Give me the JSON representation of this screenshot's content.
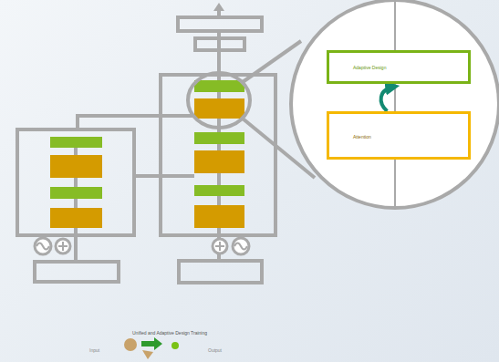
{
  "diagram": {
    "nodes": [
      {
        "text": [
          "Adaptive Design"
        ]
      },
      {
        "text": [
          "Attention"
        ]
      }
    ],
    "edges": [
      {
        "from": 1,
        "to": 0,
        "arrow": "to"
      }
    ],
    "labels": [
      "Unified and Adaptive Design Training",
      "Input",
      "Output"
    ]
  }
}
